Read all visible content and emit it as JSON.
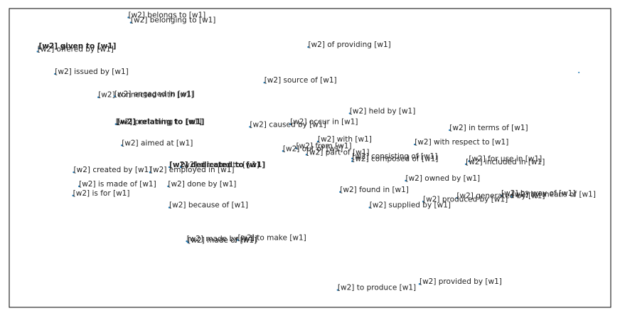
{
  "chart_data": {
    "type": "scatter",
    "title": "",
    "xlabel": "",
    "ylabel": "",
    "xlim": [
      0,
      100
    ],
    "ylim": [
      0,
      100
    ],
    "grid": false,
    "points": [
      {
        "label": "[w2] belongs to [w1]",
        "x": 19.8,
        "y": 97.0
      },
      {
        "label": "[w2] belonging to [w1]",
        "x": 20.2,
        "y": 95.3
      },
      {
        "label": "[w2] given to [w1]",
        "x": 4.9,
        "y": 86.7,
        "bold": true
      },
      {
        "label": "[w2] offered by [w1]",
        "x": 4.7,
        "y": 85.6
      },
      {
        "label": "[w2] of providing [w1]",
        "x": 49.7,
        "y": 87.1
      },
      {
        "label": "[w2] issued by [w1]",
        "x": 7.6,
        "y": 78.1
      },
      {
        "label": "[w2] source of [w1]",
        "x": 42.4,
        "y": 75.2
      },
      {
        "label": "[w2] connected with [w1]",
        "x": 14.8,
        "y": 70.3
      },
      {
        "label": "[w2] engaged in [w1]",
        "x": 17.5,
        "y": 70.6
      },
      {
        "label": "[w2] held by [w1]",
        "x": 56.6,
        "y": 64.9
      },
      {
        "label": "[w2] relating to [w1]",
        "x": 17.9,
        "y": 61.3,
        "bold": true
      },
      {
        "label": "[w2] pertaining to [w1]",
        "x": 17.7,
        "y": 61.3
      },
      {
        "label": "[w2] caused by [w1]",
        "x": 40.0,
        "y": 60.4
      },
      {
        "label": "[w2] occur in [w1]",
        "x": 46.7,
        "y": 61.3
      },
      {
        "label": "[w2] in terms of [w1]",
        "x": 73.2,
        "y": 59.3
      },
      {
        "label": "[w2] with [w1]",
        "x": 51.3,
        "y": 55.5
      },
      {
        "label": "[w2] with respect to [w1]",
        "x": 67.4,
        "y": 54.5
      },
      {
        "label": "[w2] aimed at [w1]",
        "x": 18.7,
        "y": 54.2
      },
      {
        "label": "[w2] from [w1]",
        "x": 47.7,
        "y": 53.2
      },
      {
        "label": "[w2] out of [w1]",
        "x": 45.5,
        "y": 52.3
      },
      {
        "label": "[w2] part of [w1]",
        "x": 49.4,
        "y": 51.1
      },
      {
        "label": "[w2] consisting of [w1]",
        "x": 57.0,
        "y": 49.8
      },
      {
        "label": "[w2] composed of [w1]",
        "x": 57.0,
        "y": 48.9
      },
      {
        "label": "[w2] for use in [w1]",
        "x": 76.4,
        "y": 48.9
      },
      {
        "label": "[w2] included in [w1]",
        "x": 75.9,
        "y": 47.9
      },
      {
        "label": "[w2] dedicated to [w1]",
        "x": 26.6,
        "y": 46.9,
        "bold": true
      },
      {
        "label": "[w2] directed to [w1]",
        "x": 28.5,
        "y": 46.9
      },
      {
        "label": "[w2] created by [w1]",
        "x": 10.7,
        "y": 45.2
      },
      {
        "label": "[w2] employed in [w1]",
        "x": 23.4,
        "y": 45.2
      },
      {
        "label": "[w2] owned by [w1]",
        "x": 65.9,
        "y": 42.4
      },
      {
        "label": "[w2] is made of [w1]",
        "x": 11.6,
        "y": 40.5
      },
      {
        "label": "[w2] done by [w1]",
        "x": 26.4,
        "y": 40.5
      },
      {
        "label": "[w2] found in [w1]",
        "x": 55.0,
        "y": 38.6
      },
      {
        "label": "[w2] is for [w1]",
        "x": 10.6,
        "y": 37.4
      },
      {
        "label": "[w2] by way of [w1]",
        "x": 81.8,
        "y": 37.4
      },
      {
        "label": "[w2] by means of [w1]",
        "x": 83.5,
        "y": 37.0
      },
      {
        "label": "[w2] generated by [w1]",
        "x": 74.4,
        "y": 36.6
      },
      {
        "label": "[w2] produced by [w1]",
        "x": 68.8,
        "y": 35.4
      },
      {
        "label": "[w2] because of [w1]",
        "x": 26.6,
        "y": 33.4
      },
      {
        "label": "[w2] supplied by [w1]",
        "x": 59.9,
        "y": 33.4
      },
      {
        "label": "[w2] made by [w1]",
        "x": 29.5,
        "y": 22.1
      },
      {
        "label": "[w2] made of [w1]",
        "x": 29.7,
        "y": 21.7
      },
      {
        "label": "[w2] to make [w1]",
        "x": 38.0,
        "y": 22.5
      },
      {
        "label": "[w2] provided by [w1]",
        "x": 68.2,
        "y": 7.8
      },
      {
        "label": "[w2] to produce [w1]",
        "x": 54.6,
        "y": 5.8
      }
    ],
    "stray_points": [
      {
        "x": 94.7,
        "y": 78.6
      }
    ]
  }
}
